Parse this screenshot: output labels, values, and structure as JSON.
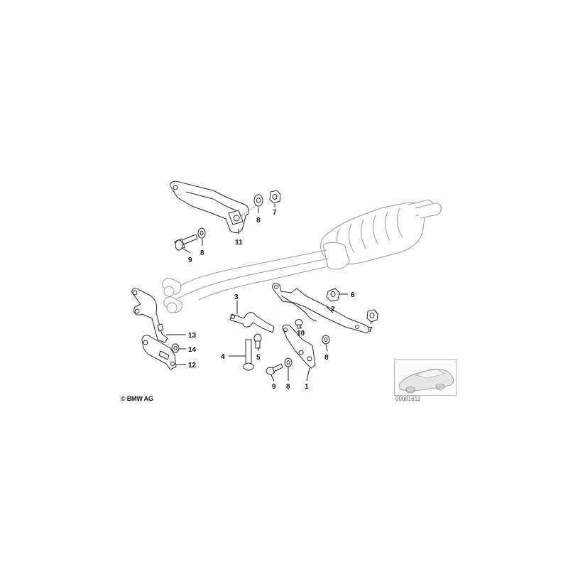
{
  "diagram": {
    "copyright": "© BMW AG",
    "image_number": "00081612",
    "callouts": [
      {
        "id": "c11",
        "label": "11"
      },
      {
        "id": "c8a",
        "label": "8"
      },
      {
        "id": "c7a",
        "label": "7"
      },
      {
        "id": "c9a",
        "label": "9"
      },
      {
        "id": "c8b",
        "label": "8"
      },
      {
        "id": "c13",
        "label": "13"
      },
      {
        "id": "c14",
        "label": "14"
      },
      {
        "id": "c12",
        "label": "12"
      },
      {
        "id": "c3",
        "label": "3"
      },
      {
        "id": "c4",
        "label": "4"
      },
      {
        "id": "c5",
        "label": "5"
      },
      {
        "id": "c9b",
        "label": "9"
      },
      {
        "id": "c8c",
        "label": "8"
      },
      {
        "id": "c1",
        "label": "1"
      },
      {
        "id": "c10",
        "label": "10"
      },
      {
        "id": "c8d",
        "label": "8"
      },
      {
        "id": "c6",
        "label": "6"
      },
      {
        "id": "c2",
        "label": "2"
      },
      {
        "id": "c7b",
        "label": "7"
      }
    ]
  }
}
